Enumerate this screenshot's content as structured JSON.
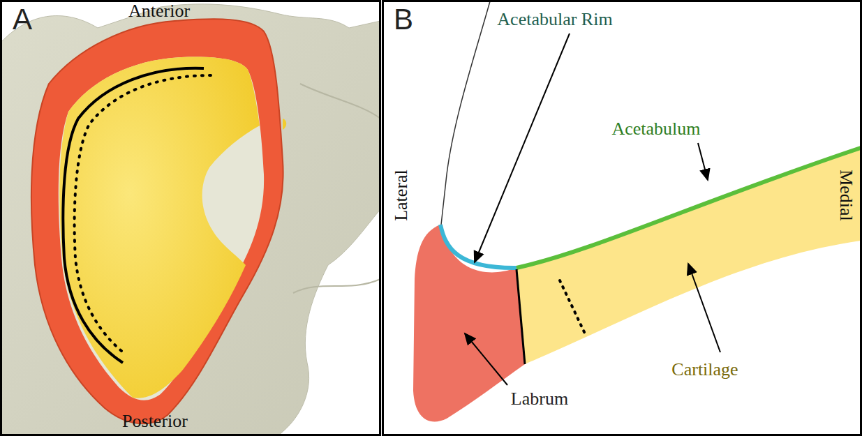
{
  "diagram": {
    "labels": [
      "A",
      "Anterior",
      "Posterior",
      "B",
      "Acetabular Rim",
      "Acetabulum",
      "Lateral",
      "Medial",
      "Labrum",
      "Cartilage"
    ]
  }
}
